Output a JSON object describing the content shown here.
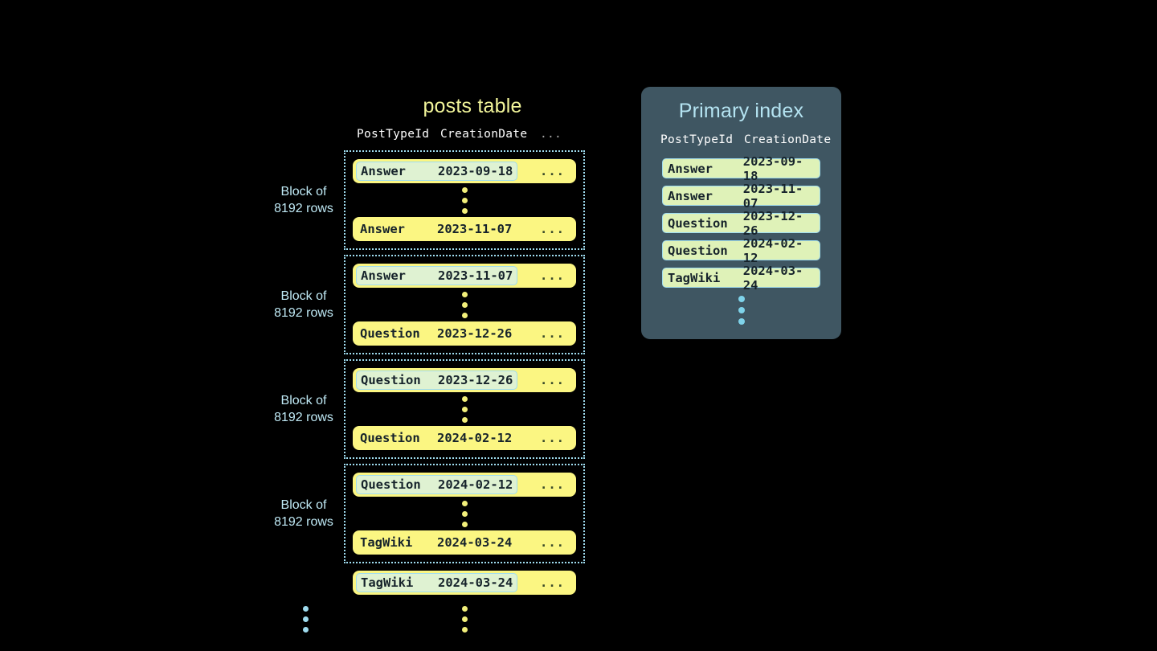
{
  "posts_table": {
    "title": "posts table",
    "columns": {
      "post_type_id": "PostTypeId",
      "creation_date": "CreationDate",
      "more": "..."
    },
    "row_more": "...",
    "block_label_line1": "Block of",
    "block_label_line2": "8192 rows",
    "blocks": [
      {
        "label_line1": "Block of",
        "label_line2": "8192 rows",
        "first_row": {
          "post_type_id": "Answer",
          "creation_date": "2023-09-18",
          "more": "...",
          "highlighted": true
        },
        "last_row": {
          "post_type_id": "Answer",
          "creation_date": "2023-11-07",
          "more": "...",
          "highlighted": false
        }
      },
      {
        "label_line1": "Block of",
        "label_line2": "8192 rows",
        "first_row": {
          "post_type_id": "Answer",
          "creation_date": "2023-11-07",
          "more": "...",
          "highlighted": true
        },
        "last_row": {
          "post_type_id": "Question",
          "creation_date": "2023-12-26",
          "more": "...",
          "highlighted": false
        }
      },
      {
        "label_line1": "Block of",
        "label_line2": "8192 rows",
        "first_row": {
          "post_type_id": "Question",
          "creation_date": "2023-12-26",
          "more": "...",
          "highlighted": true
        },
        "last_row": {
          "post_type_id": "Question",
          "creation_date": "2024-02-12",
          "more": "...",
          "highlighted": false
        }
      },
      {
        "label_line1": "Block of",
        "label_line2": "8192 rows",
        "first_row": {
          "post_type_id": "Question",
          "creation_date": "2024-02-12",
          "more": "...",
          "highlighted": true
        },
        "last_row": {
          "post_type_id": "TagWiki",
          "creation_date": "2024-03-24",
          "more": "...",
          "highlighted": false
        }
      }
    ],
    "trailing_row": {
      "post_type_id": "TagWiki",
      "creation_date": "2024-03-24",
      "more": "...",
      "highlighted": true
    }
  },
  "primary_index": {
    "title": "Primary index",
    "columns": {
      "post_type_id": "PostTypeId",
      "creation_date": "CreationDate"
    },
    "rows": [
      {
        "post_type_id": "Answer",
        "creation_date": "2023-09-18"
      },
      {
        "post_type_id": "Answer",
        "creation_date": "2023-11-07"
      },
      {
        "post_type_id": "Question",
        "creation_date": "2023-12-26"
      },
      {
        "post_type_id": "Question",
        "creation_date": "2024-02-12"
      },
      {
        "post_type_id": "TagWiki",
        "creation_date": "2024-03-24"
      }
    ]
  },
  "colors": {
    "background": "#000000",
    "row_yellow": "#fbf682",
    "key_mint": "#dff2d2",
    "accent_blue": "#9fdcef",
    "panel_slate": "#3f5662",
    "index_green": "#dff2b8",
    "title_yellow": "#f2f59a",
    "title_blue": "#b5e4f2"
  }
}
